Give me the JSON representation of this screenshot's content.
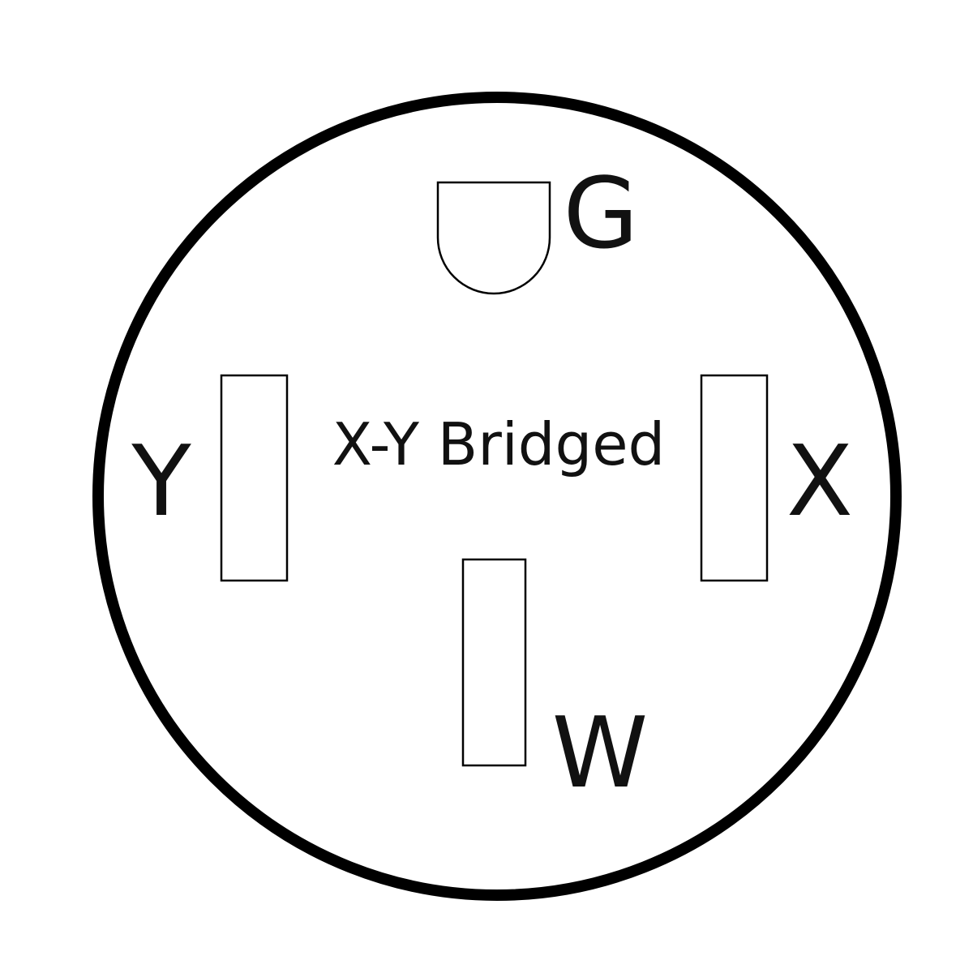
{
  "terminals": {
    "ground": {
      "label": "G"
    },
    "hot_y": {
      "label": "Y"
    },
    "hot_x": {
      "label": "X"
    },
    "neutral": {
      "label": "W"
    }
  },
  "note": "X-Y Bridged",
  "colors": {
    "outline": "#000000",
    "text": "#111111",
    "background": "#ffffff"
  }
}
